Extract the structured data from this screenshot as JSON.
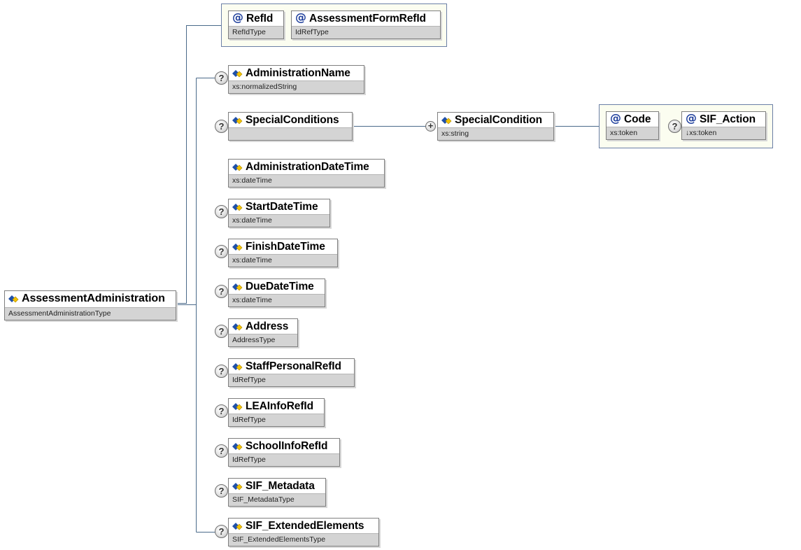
{
  "root": {
    "name": "AssessmentAdministration",
    "type": "AssessmentAdministrationType"
  },
  "attributes": [
    {
      "name": "RefId",
      "type": "RefIdType"
    },
    {
      "name": "AssessmentFormRefId",
      "type": "IdRefType"
    }
  ],
  "elements": [
    {
      "name": "AdministrationName",
      "type": "xs:normalizedString"
    },
    {
      "name": "SpecialConditions",
      "type": ""
    },
    {
      "name": "AdministrationDateTime",
      "type": "xs:dateTime"
    },
    {
      "name": "StartDateTime",
      "type": "xs:dateTime"
    },
    {
      "name": "FinishDateTime",
      "type": "xs:dateTime"
    },
    {
      "name": "DueDateTime",
      "type": "xs:dateTime"
    },
    {
      "name": "Address",
      "type": "AddressType"
    },
    {
      "name": "StaffPersonalRefId",
      "type": "IdRefType"
    },
    {
      "name": "LEAInfoRefId",
      "type": "IdRefType"
    },
    {
      "name": "SchoolInfoRefId",
      "type": "IdRefType"
    },
    {
      "name": "SIF_Metadata",
      "type": "SIF_MetadataType"
    },
    {
      "name": "SIF_ExtendedElements",
      "type": "SIF_ExtendedElementsType"
    }
  ],
  "special_condition": {
    "element": {
      "name": "SpecialCondition",
      "type": "xs:string"
    },
    "attributes": [
      {
        "name": "Code",
        "type": "xs:token"
      },
      {
        "name": "SIF_Action",
        "type": "↓xs:token"
      }
    ]
  },
  "annotation_glyph": "?",
  "expand_glyph": "+",
  "attribute_glyph": "@",
  "colors": {
    "icon_blue": "#1f50a8",
    "icon_yellow": "#f2c200",
    "group_fill": "#fbfdf0",
    "type_bar": "#d4d4d4"
  }
}
